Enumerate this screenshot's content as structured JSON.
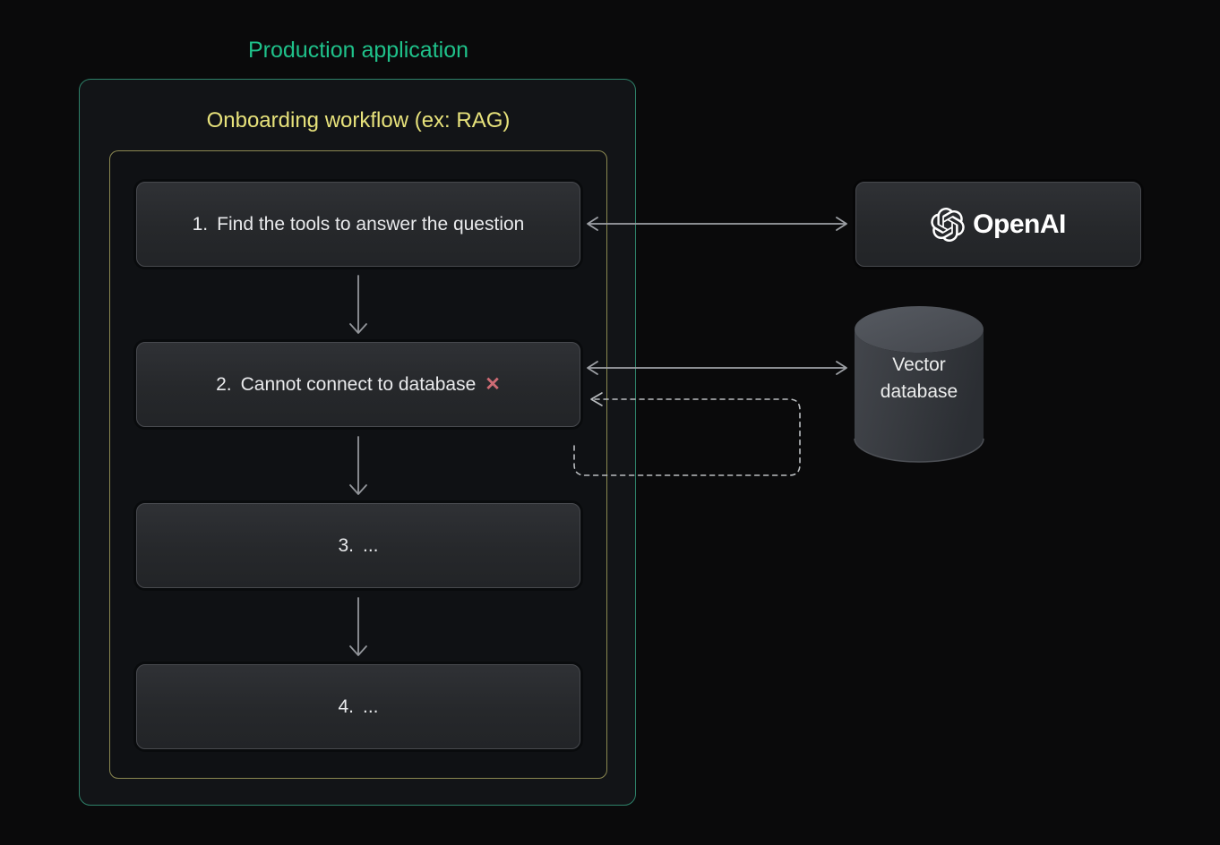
{
  "diagram": {
    "production_label": "Production application",
    "workflow_label": "Onboarding workflow (ex: RAG)"
  },
  "steps": [
    {
      "number": "1.",
      "label": "Find the tools to answer the question"
    },
    {
      "number": "2.",
      "label": "Cannot connect to database",
      "error_icon": "✕"
    },
    {
      "number": "3.",
      "label": "..."
    },
    {
      "number": "4.",
      "label": "..."
    }
  ],
  "services": {
    "openai": {
      "label": "OpenAI",
      "icon": "openai-logo-icon"
    },
    "vector_database": {
      "line1": "Vector",
      "line2": "database",
      "icon": "database-cylinder-icon"
    }
  },
  "connections": [
    {
      "from": "step-1",
      "to": "openai",
      "style": "solid-double-arrow"
    },
    {
      "from": "step-2",
      "to": "vector-database",
      "style": "solid-double-arrow"
    },
    {
      "from": "step-1",
      "to": "step-2",
      "style": "solid-down-arrow"
    },
    {
      "from": "step-2",
      "to": "step-3",
      "style": "solid-down-arrow"
    },
    {
      "from": "step-3",
      "to": "step-4",
      "style": "solid-down-arrow"
    },
    {
      "from": "step-2-bottom",
      "to": "step-2-right",
      "style": "dashed-loop-arrow"
    }
  ],
  "colors": {
    "page_background": "#0a0a0b",
    "production_border": "#2e8169",
    "production_title": "#1fc18a",
    "workflow_border": "#8b8851",
    "workflow_title": "#e7e27b",
    "node_background": "#2a2c30",
    "node_border": "#47494e",
    "node_text": "#e9eaec",
    "error": "#ce6b74",
    "arrow": "#9a9da2",
    "dashed_arrow": "#babdc0"
  }
}
